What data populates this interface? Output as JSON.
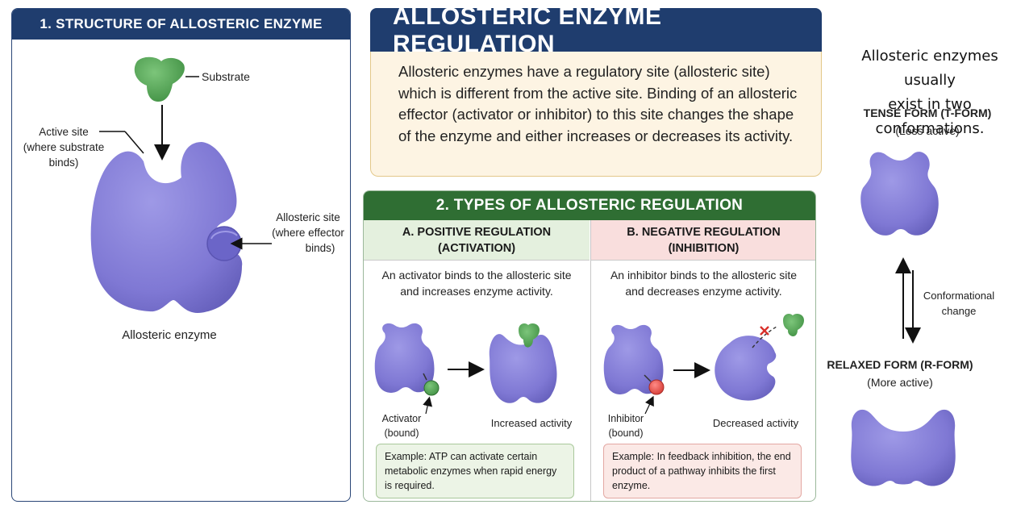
{
  "colors": {
    "navy": "#1f3d6e",
    "green_header": "#2f6e33",
    "enzyme_purple": "#7f78d4",
    "substrate_green": "#4fa350",
    "inhibitor_red": "#e0504a"
  },
  "panel1": {
    "title": "1. STRUCTURE OF ALLOSTERIC ENZYME",
    "substrate_label": "Substrate",
    "active_site_label": [
      "Active site",
      "(where substrate",
      "binds)"
    ],
    "allosteric_site_label": [
      "Allosteric site",
      "(where effector",
      "binds)"
    ],
    "enzyme_label": "Allosteric enzyme"
  },
  "main": {
    "title": "ALLOSTERIC ENZYME REGULATION",
    "intro": "Allosteric enzymes have a regulatory site (allosteric site) which is different from the active site. Binding of an allosteric effector (activator or inhibitor) to this site changes the shape of the enzyme and either increases or decreases its activity."
  },
  "panel2": {
    "title": "2. TYPES OF ALLOSTERIC REGULATION",
    "positive": {
      "heading_line1": "A. POSITIVE REGULATION",
      "heading_line2": "(ACTIVATION)",
      "description": "An activator binds to the allosteric site and increases enzyme activity.",
      "effector_label_line1": "Activator",
      "effector_label_line2": "(bound)",
      "result_label": "Increased activity",
      "example": "Example: ATP can activate certain metabolic enzymes when rapid energy is required."
    },
    "negative": {
      "heading_line1": "B. NEGATIVE REGULATION",
      "heading_line2": "(INHIBITION)",
      "description": "An inhibitor binds to the allosteric site and decreases enzyme activity.",
      "effector_label_line1": "Inhibitor",
      "effector_label_line2": "(bound)",
      "result_label": "Decreased activity",
      "example": "Example: In feedback inhibition, the end product of a pathway inhibits the first enzyme."
    }
  },
  "right": {
    "note_line1": "Allosteric enzymes usually",
    "note_line2": "exist in two conformations.",
    "tense_title": "TENSE FORM (T-FORM)",
    "tense_sub": "(Less active)",
    "change_line1": "Conformational",
    "change_line2": "change",
    "relaxed_title": "RELAXED FORM (R-FORM)",
    "relaxed_sub": "(More active)"
  }
}
